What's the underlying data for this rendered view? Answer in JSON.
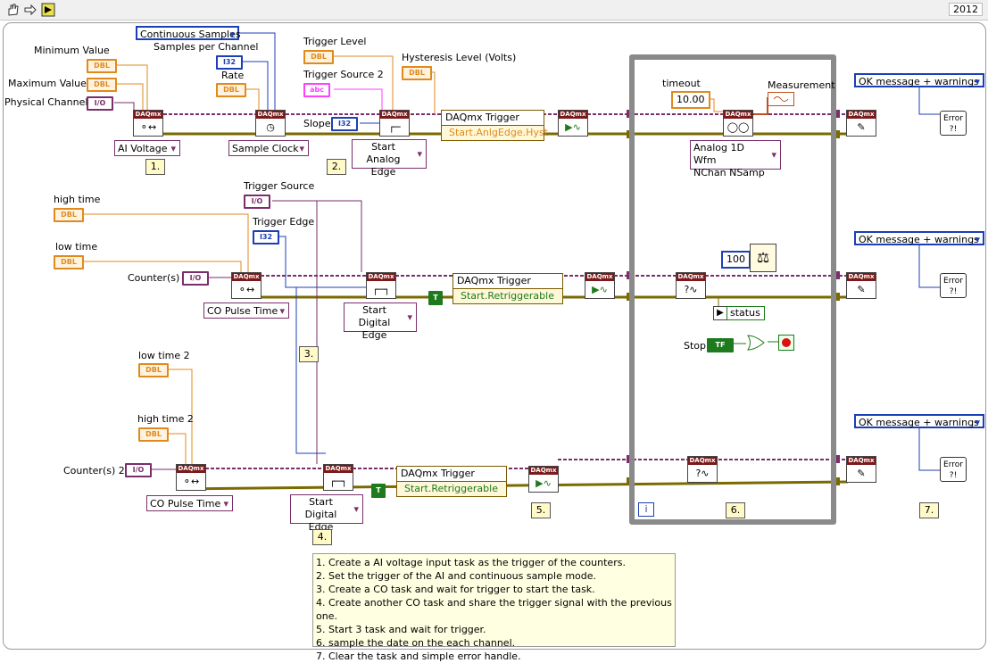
{
  "toolbar": {
    "version": "2012",
    "icons": [
      "hand-icon",
      "arrow-icon",
      "run-icon"
    ]
  },
  "labels": {
    "minimum_value": "Minimum Value",
    "maximum_value": "Maximum Value",
    "physical_channel": "Physical Channel",
    "samples_per_channel": "Samples per Channel",
    "rate": "Rate",
    "trigger_level": "Trigger Level",
    "trigger_source_2": "Trigger Source 2",
    "slope": "Slope",
    "hysteresis_level": "Hysteresis Level (Volts)",
    "timeout": "timeout",
    "measurement": "Measurement",
    "high_time": "high time",
    "low_time": "low time",
    "counters": "Counter(s)",
    "trigger_source": "Trigger Source",
    "trigger_edge": "Trigger Edge",
    "low_time_2": "low time 2",
    "high_time_2": "high time 2",
    "counters_2": "Counter(s) 2",
    "stop": "Stop"
  },
  "consts": {
    "dbl": "DBL",
    "io": "I/O",
    "i32": "I32",
    "str": "abc",
    "tf": "TF",
    "t": "T",
    "continuous_samples": "Continuous Samples",
    "timeout_value": "10.00",
    "wait_value": "100",
    "iter": "i"
  },
  "rings": {
    "ai_voltage": "AI Voltage",
    "sample_clock": "Sample Clock",
    "start_analog_edge": "Start\nAnalog Edge",
    "start_digital_edge_1": "Start\nDigital Edge",
    "start_digital_edge_2": "Start\nDigital Edge",
    "co_pulse_time_1": "CO Pulse Time",
    "co_pulse_time_2": "CO Pulse Time",
    "analog_1d": "Analog 1D Wfm\nNChan NSamp"
  },
  "vi_header": "DAQmx",
  "property_nodes": [
    {
      "title": "DAQmx Trigger",
      "prop": "Start.AnlgEdge.Hyst"
    },
    {
      "title": "DAQmx Trigger",
      "prop": "Start.Retriggerable"
    },
    {
      "title": "DAQmx Trigger",
      "prop": "Start.Retriggerable"
    }
  ],
  "status_label": "status",
  "error_messages": [
    "OK message + warnings",
    "OK message + warnings",
    "OK message + warnings"
  ],
  "steps": [
    "1.",
    "2.",
    "3.",
    "4.",
    "5.",
    "6.",
    "7."
  ],
  "comment_lines": [
    "1. Create a AI voltage input task as the trigger of the counters.",
    "2. Set the trigger of the AI and continuous sample mode.",
    "3. Create a CO task and wait for trigger to start the task.",
    "4. Create another CO task and share the trigger signal with the previous one.",
    "5. Start 3 task and wait for trigger.",
    "6. sample the date on the each channel.",
    "7.  Clear the task and simple error handle."
  ],
  "colors": {
    "task_wire": "#7a2e6b",
    "error_wire": "#7a6a00",
    "dbl": "#e08a1e",
    "i32": "#1c3fb5",
    "loop": "#8a8a8a"
  }
}
